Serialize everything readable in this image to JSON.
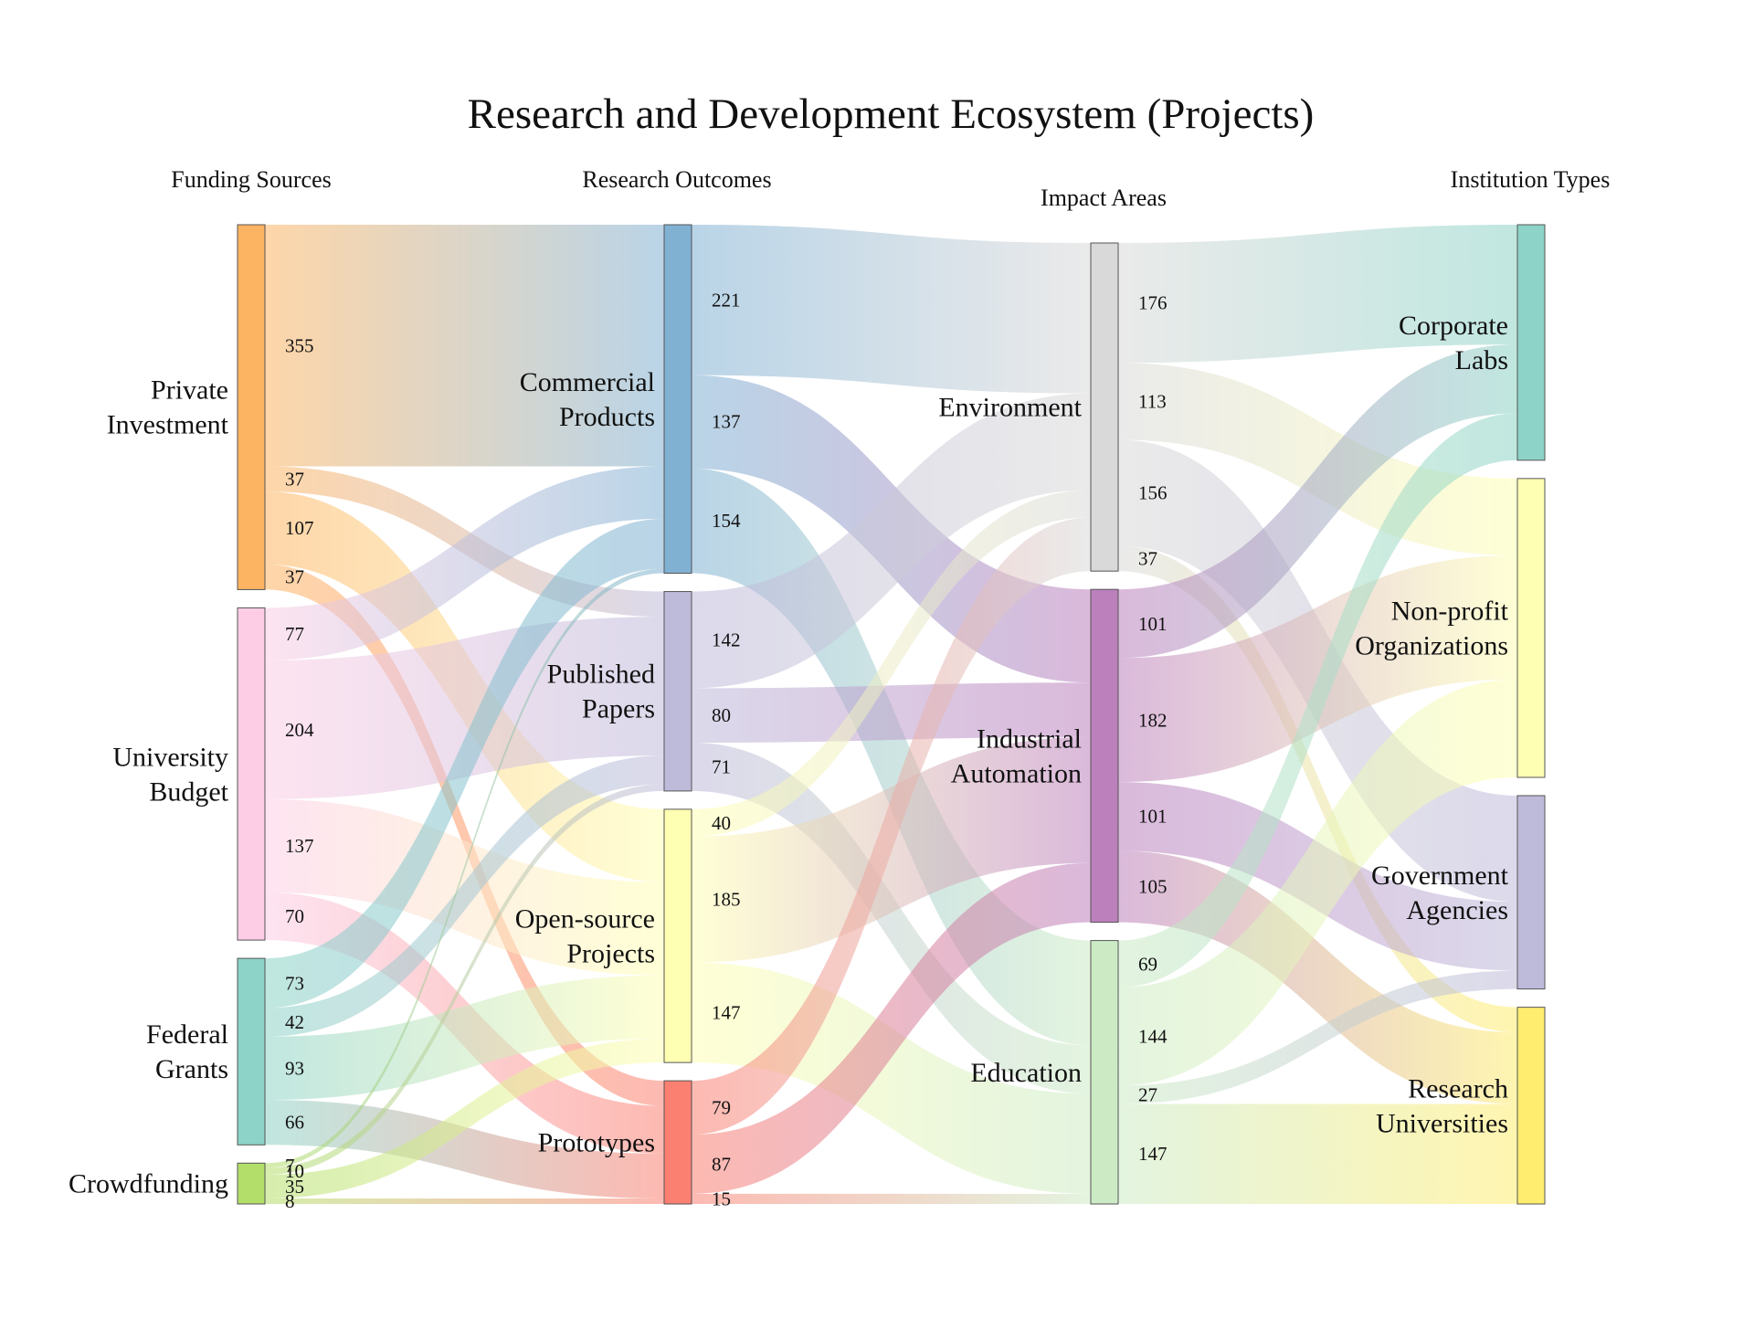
{
  "chart_data": {
    "type": "sankey",
    "title": "Research and Development Ecosystem (Projects)",
    "columns": [
      "Funding Sources",
      "Research Outcomes",
      "Impact Areas",
      "Institution Types"
    ],
    "nodes": [
      {
        "id": "private",
        "label": "Private\nInvestment",
        "column": 0,
        "color": "#fdb462"
      },
      {
        "id": "university",
        "label": "University\nBudget",
        "column": 0,
        "color": "#fccde5"
      },
      {
        "id": "federal",
        "label": "Federal\nGrants",
        "column": 0,
        "color": "#8dd3c7"
      },
      {
        "id": "crowd",
        "label": "Crowdfunding",
        "column": 0,
        "color": "#b3de69"
      },
      {
        "id": "commercial",
        "label": "Commercial\nProducts",
        "column": 1,
        "color": "#80b1d3"
      },
      {
        "id": "papers",
        "label": "Published\nPapers",
        "column": 1,
        "color": "#bebada"
      },
      {
        "id": "opensource",
        "label": "Open-source\nProjects",
        "column": 1,
        "color": "#ffffb3"
      },
      {
        "id": "prototypes",
        "label": "Prototypes",
        "column": 1,
        "color": "#fb8072"
      },
      {
        "id": "environment",
        "label": "Environment",
        "column": 2,
        "color": "#d9d9d9"
      },
      {
        "id": "industrial",
        "label": "Industrial\nAutomation",
        "column": 2,
        "color": "#bc80bd"
      },
      {
        "id": "education",
        "label": "Education",
        "column": 2,
        "color": "#ccebc5"
      },
      {
        "id": "corporate",
        "label": "Corporate\nLabs",
        "column": 3,
        "color": "#8dd3c7"
      },
      {
        "id": "nonprofit",
        "label": "Non-profit\nOrganizations",
        "column": 3,
        "color": "#ffffb3"
      },
      {
        "id": "government",
        "label": "Government\nAgencies",
        "column": 3,
        "color": "#bebada"
      },
      {
        "id": "universities",
        "label": "Research\nUniversities",
        "column": 3,
        "color": "#ffed6f"
      }
    ],
    "links": [
      {
        "source": "private",
        "target": "commercial",
        "value": 355
      },
      {
        "source": "private",
        "target": "papers",
        "value": 37
      },
      {
        "source": "private",
        "target": "opensource",
        "value": 107
      },
      {
        "source": "private",
        "target": "prototypes",
        "value": 37
      },
      {
        "source": "university",
        "target": "commercial",
        "value": 77
      },
      {
        "source": "university",
        "target": "papers",
        "value": 204
      },
      {
        "source": "university",
        "target": "opensource",
        "value": 137
      },
      {
        "source": "university",
        "target": "prototypes",
        "value": 70
      },
      {
        "source": "federal",
        "target": "commercial",
        "value": 73
      },
      {
        "source": "federal",
        "target": "papers",
        "value": 42
      },
      {
        "source": "federal",
        "target": "opensource",
        "value": 93
      },
      {
        "source": "federal",
        "target": "prototypes",
        "value": 66
      },
      {
        "source": "crowd",
        "target": "commercial",
        "value": 7
      },
      {
        "source": "crowd",
        "target": "papers",
        "value": 10
      },
      {
        "source": "crowd",
        "target": "opensource",
        "value": 35
      },
      {
        "source": "crowd",
        "target": "prototypes",
        "value": 8
      },
      {
        "source": "commercial",
        "target": "environment",
        "value": 221
      },
      {
        "source": "commercial",
        "target": "industrial",
        "value": 137
      },
      {
        "source": "commercial",
        "target": "education",
        "value": 154
      },
      {
        "source": "papers",
        "target": "environment",
        "value": 142
      },
      {
        "source": "papers",
        "target": "industrial",
        "value": 80
      },
      {
        "source": "papers",
        "target": "education",
        "value": 71
      },
      {
        "source": "opensource",
        "target": "environment",
        "value": 40
      },
      {
        "source": "opensource",
        "target": "industrial",
        "value": 185
      },
      {
        "source": "opensource",
        "target": "education",
        "value": 147
      },
      {
        "source": "prototypes",
        "target": "environment",
        "value": 79
      },
      {
        "source": "prototypes",
        "target": "industrial",
        "value": 87
      },
      {
        "source": "prototypes",
        "target": "education",
        "value": 15
      },
      {
        "source": "environment",
        "target": "corporate",
        "value": 176
      },
      {
        "source": "environment",
        "target": "nonprofit",
        "value": 113
      },
      {
        "source": "environment",
        "target": "government",
        "value": 156
      },
      {
        "source": "environment",
        "target": "universities",
        "value": 37
      },
      {
        "source": "industrial",
        "target": "corporate",
        "value": 101
      },
      {
        "source": "industrial",
        "target": "nonprofit",
        "value": 182
      },
      {
        "source": "industrial",
        "target": "government",
        "value": 101
      },
      {
        "source": "industrial",
        "target": "universities",
        "value": 105
      },
      {
        "source": "education",
        "target": "corporate",
        "value": 69
      },
      {
        "source": "education",
        "target": "nonprofit",
        "value": 144
      },
      {
        "source": "education",
        "target": "government",
        "value": 27
      },
      {
        "source": "education",
        "target": "universities",
        "value": 147
      }
    ]
  }
}
